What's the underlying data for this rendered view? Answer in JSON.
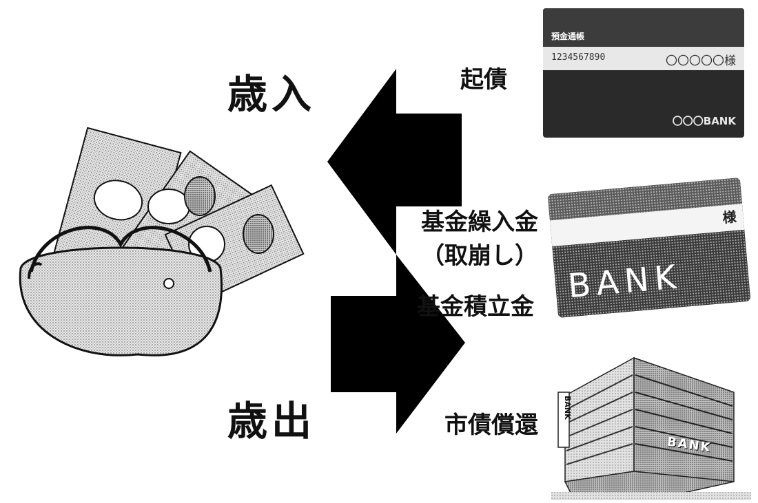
{
  "main": {
    "revenue_label": "歳入",
    "expenditure_label": "歳出"
  },
  "flows": {
    "bond_issue": "起債",
    "fund_transfer_in": "基金繰入金",
    "fund_transfer_in_note": "（取崩し）",
    "fund_reserve": "基金積立金",
    "bond_redemption": "市債償還"
  },
  "card1": {
    "header": "預金通帳",
    "account_number": "1234567890",
    "holder": "〇〇〇〇〇様",
    "bank_name": "〇〇〇BANK"
  },
  "card2": {
    "suffix": "様",
    "bank_name": "BANK"
  },
  "building": {
    "sign_vertical": "BANK",
    "sign_front": "BANK"
  },
  "colors": {
    "arrow": "#000000",
    "card_dark": "#2a2a2a",
    "card_light": "#d9d9d9"
  }
}
